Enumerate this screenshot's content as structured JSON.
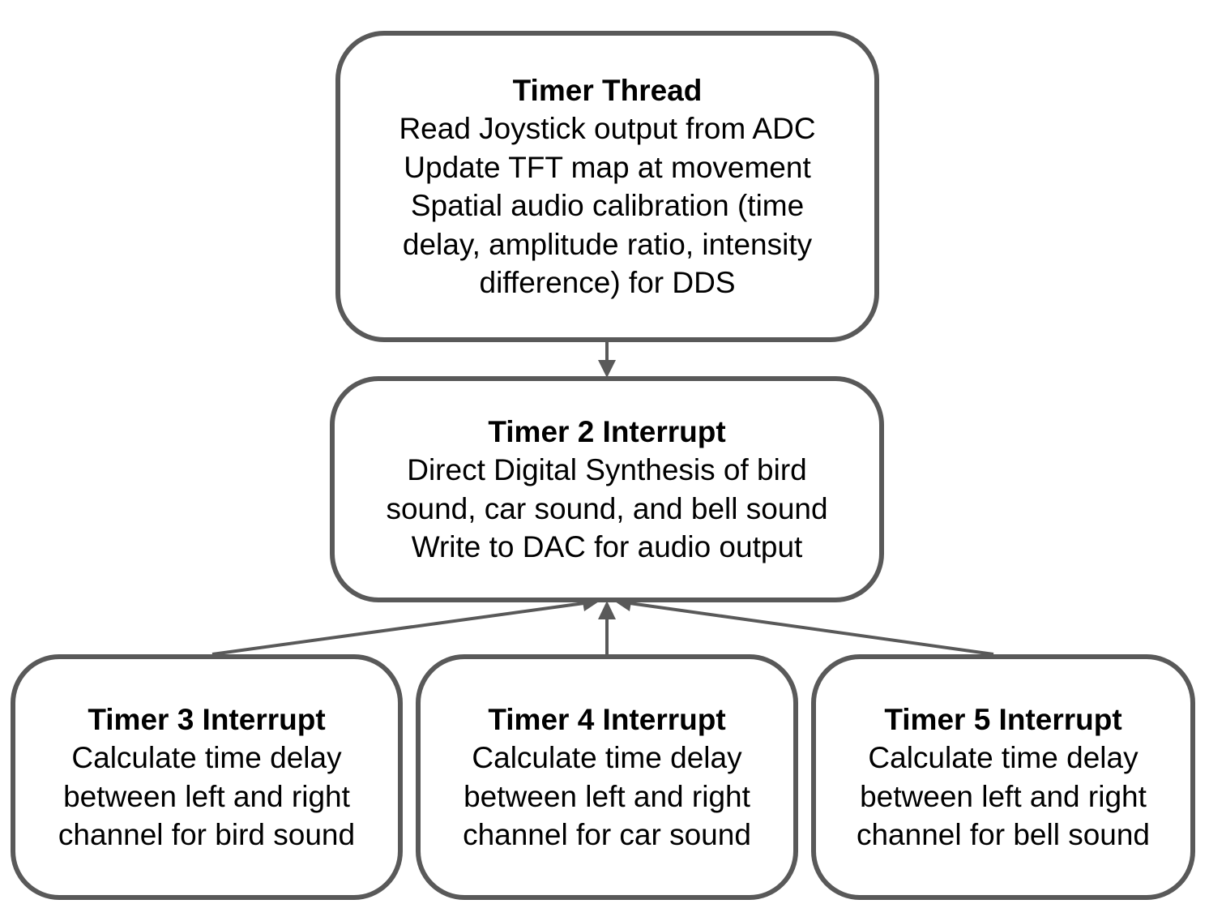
{
  "nodes": {
    "timer_thread": {
      "title": "Timer Thread",
      "lines": [
        "Read Joystick output from ADC",
        "Update TFT map at movement",
        "Spatial audio calibration (time",
        "delay, amplitude ratio, intensity",
        "difference) for DDS"
      ]
    },
    "timer2": {
      "title": "Timer 2 Interrupt",
      "lines": [
        "Direct Digital Synthesis of bird",
        "sound, car sound, and bell sound",
        "Write to DAC for audio output"
      ]
    },
    "timer3": {
      "title": "Timer 3 Interrupt",
      "lines": [
        "Calculate time delay",
        "between left and right",
        "channel for bird sound"
      ]
    },
    "timer4": {
      "title": "Timer 4 Interrupt",
      "lines": [
        "Calculate time delay",
        "between left and right",
        "channel for car sound"
      ]
    },
    "timer5": {
      "title": "Timer 5 Interrupt",
      "lines": [
        "Calculate time delay",
        "between left and right",
        "channel for bell sound"
      ]
    }
  },
  "edges": [
    {
      "from": "timer_thread",
      "to": "timer2"
    },
    {
      "from": "timer3",
      "to": "timer2"
    },
    {
      "from": "timer4",
      "to": "timer2"
    },
    {
      "from": "timer5",
      "to": "timer2"
    }
  ],
  "colors": {
    "stroke": "#595959",
    "text": "#000000",
    "background": "#ffffff"
  }
}
